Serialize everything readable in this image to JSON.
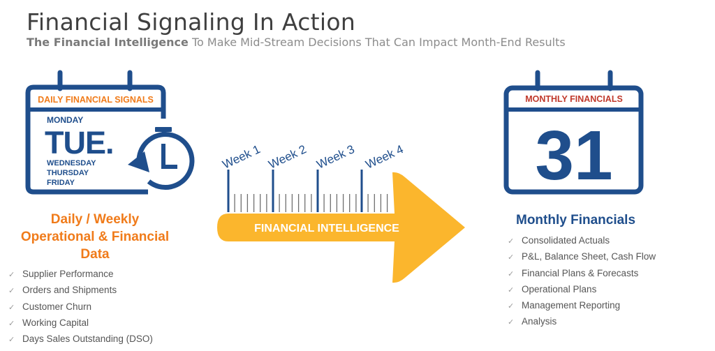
{
  "header": {
    "title": "Financial Signaling In Action",
    "subtitle_bold": "The Financial Intelligence",
    "subtitle_rest": " To Make Mid-Stream Decisions That Can Impact Month-End Results"
  },
  "left_calendar": {
    "banner": "DAILY FINANCIAL SIGNALS",
    "day_above": "MONDAY",
    "day_main": "TUE.",
    "days_below": [
      "WEDNESDAY",
      "THURSDAY",
      "FRIDAY"
    ]
  },
  "left_section": {
    "heading_lines": [
      "Daily / Weekly",
      "Operational & Financial",
      "Data"
    ],
    "items": [
      "Supplier Performance",
      "Orders and Shipments",
      "Customer Churn",
      "Working Capital",
      "Days Sales Outstanding (DSO)"
    ]
  },
  "timeline": {
    "weeks": [
      "Week 1",
      "Week 2",
      "Week 3",
      "Week 4"
    ],
    "arrow_label": "FINANCIAL INTELLIGENCE"
  },
  "right_calendar": {
    "banner": "MONTHLY FINANCIALS",
    "date": "31"
  },
  "right_section": {
    "heading": "Monthly Financials",
    "items": [
      "Consolidated Actuals",
      "P&L, Balance Sheet, Cash Flow",
      "Financial Plans & Forecasts",
      "Operational Plans",
      "Management Reporting",
      "Analysis"
    ]
  },
  "check_glyph": "✓",
  "colors": {
    "blue": "#1f4e8c",
    "orange": "#f07b1a",
    "arrow": "#fbb62d",
    "gray_text": "#555555"
  }
}
